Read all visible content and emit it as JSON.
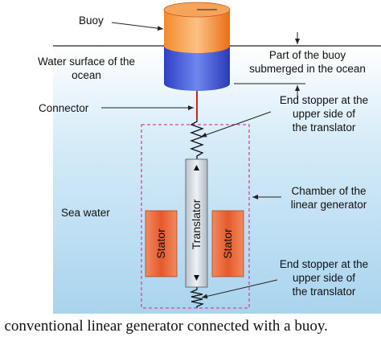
{
  "labels": {
    "buoy": "Buoy",
    "water_surface": [
      "Water surface of the",
      "ocean"
    ],
    "submerged_part": [
      "Part of the buoy",
      "submerged in the ocean"
    ],
    "connector": "Connector",
    "end_stopper_top": [
      "End stopper at the",
      "upper side of",
      "the translator"
    ],
    "chamber": [
      "Chamber of the",
      "linear generator"
    ],
    "sea_water": "Sea water",
    "end_stopper_bottom": [
      "End stopper at the",
      "upper side of",
      "the translator"
    ],
    "stator_left": "Stator",
    "stator_right": "Stator",
    "translator": "Translator"
  },
  "caption": ". conventional linear generator connected with a buoy.",
  "colors": {
    "buoy_top": "#f07a22",
    "buoy_bottom": "#3d4fd6",
    "stator": "#e8643c",
    "chamber_border": "#e040a0",
    "connector": "#cc2222"
  }
}
